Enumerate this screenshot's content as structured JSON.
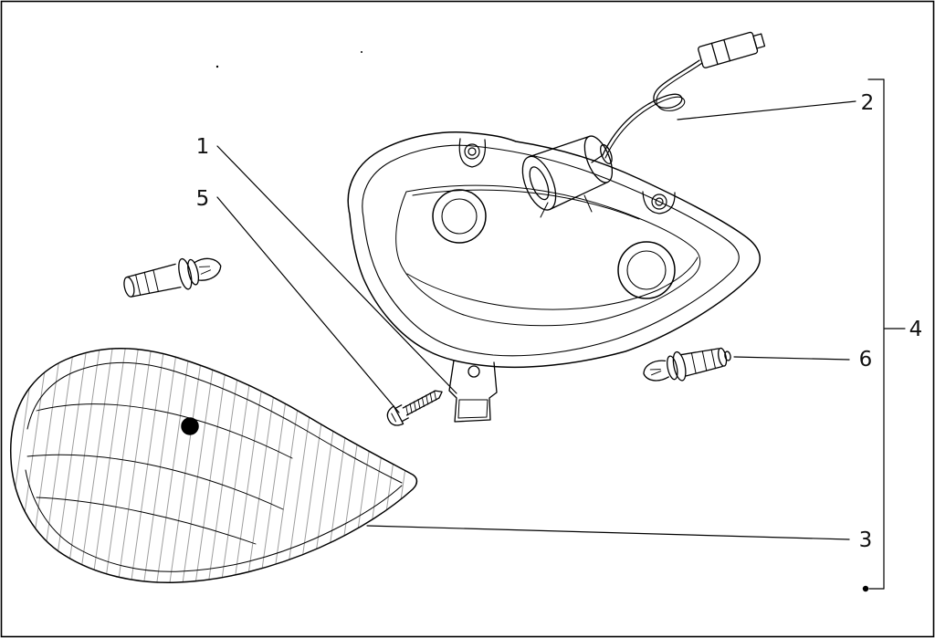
{
  "diagram": {
    "type": "exploded-parts-diagram",
    "subject": "Headlamp assembly exploded view",
    "colors": {
      "ink": "#000000",
      "background": "#ffffff"
    },
    "callouts": [
      {
        "label": "1",
        "part": "headlamp-housing"
      },
      {
        "label": "2",
        "part": "wiring-connector"
      },
      {
        "label": "3",
        "part": "lens-glass"
      },
      {
        "label": "4",
        "part": "headlamp-assembly-group"
      },
      {
        "label": "5",
        "part": "fixing-screw"
      },
      {
        "label": "6",
        "part": "bulb-right"
      }
    ]
  }
}
